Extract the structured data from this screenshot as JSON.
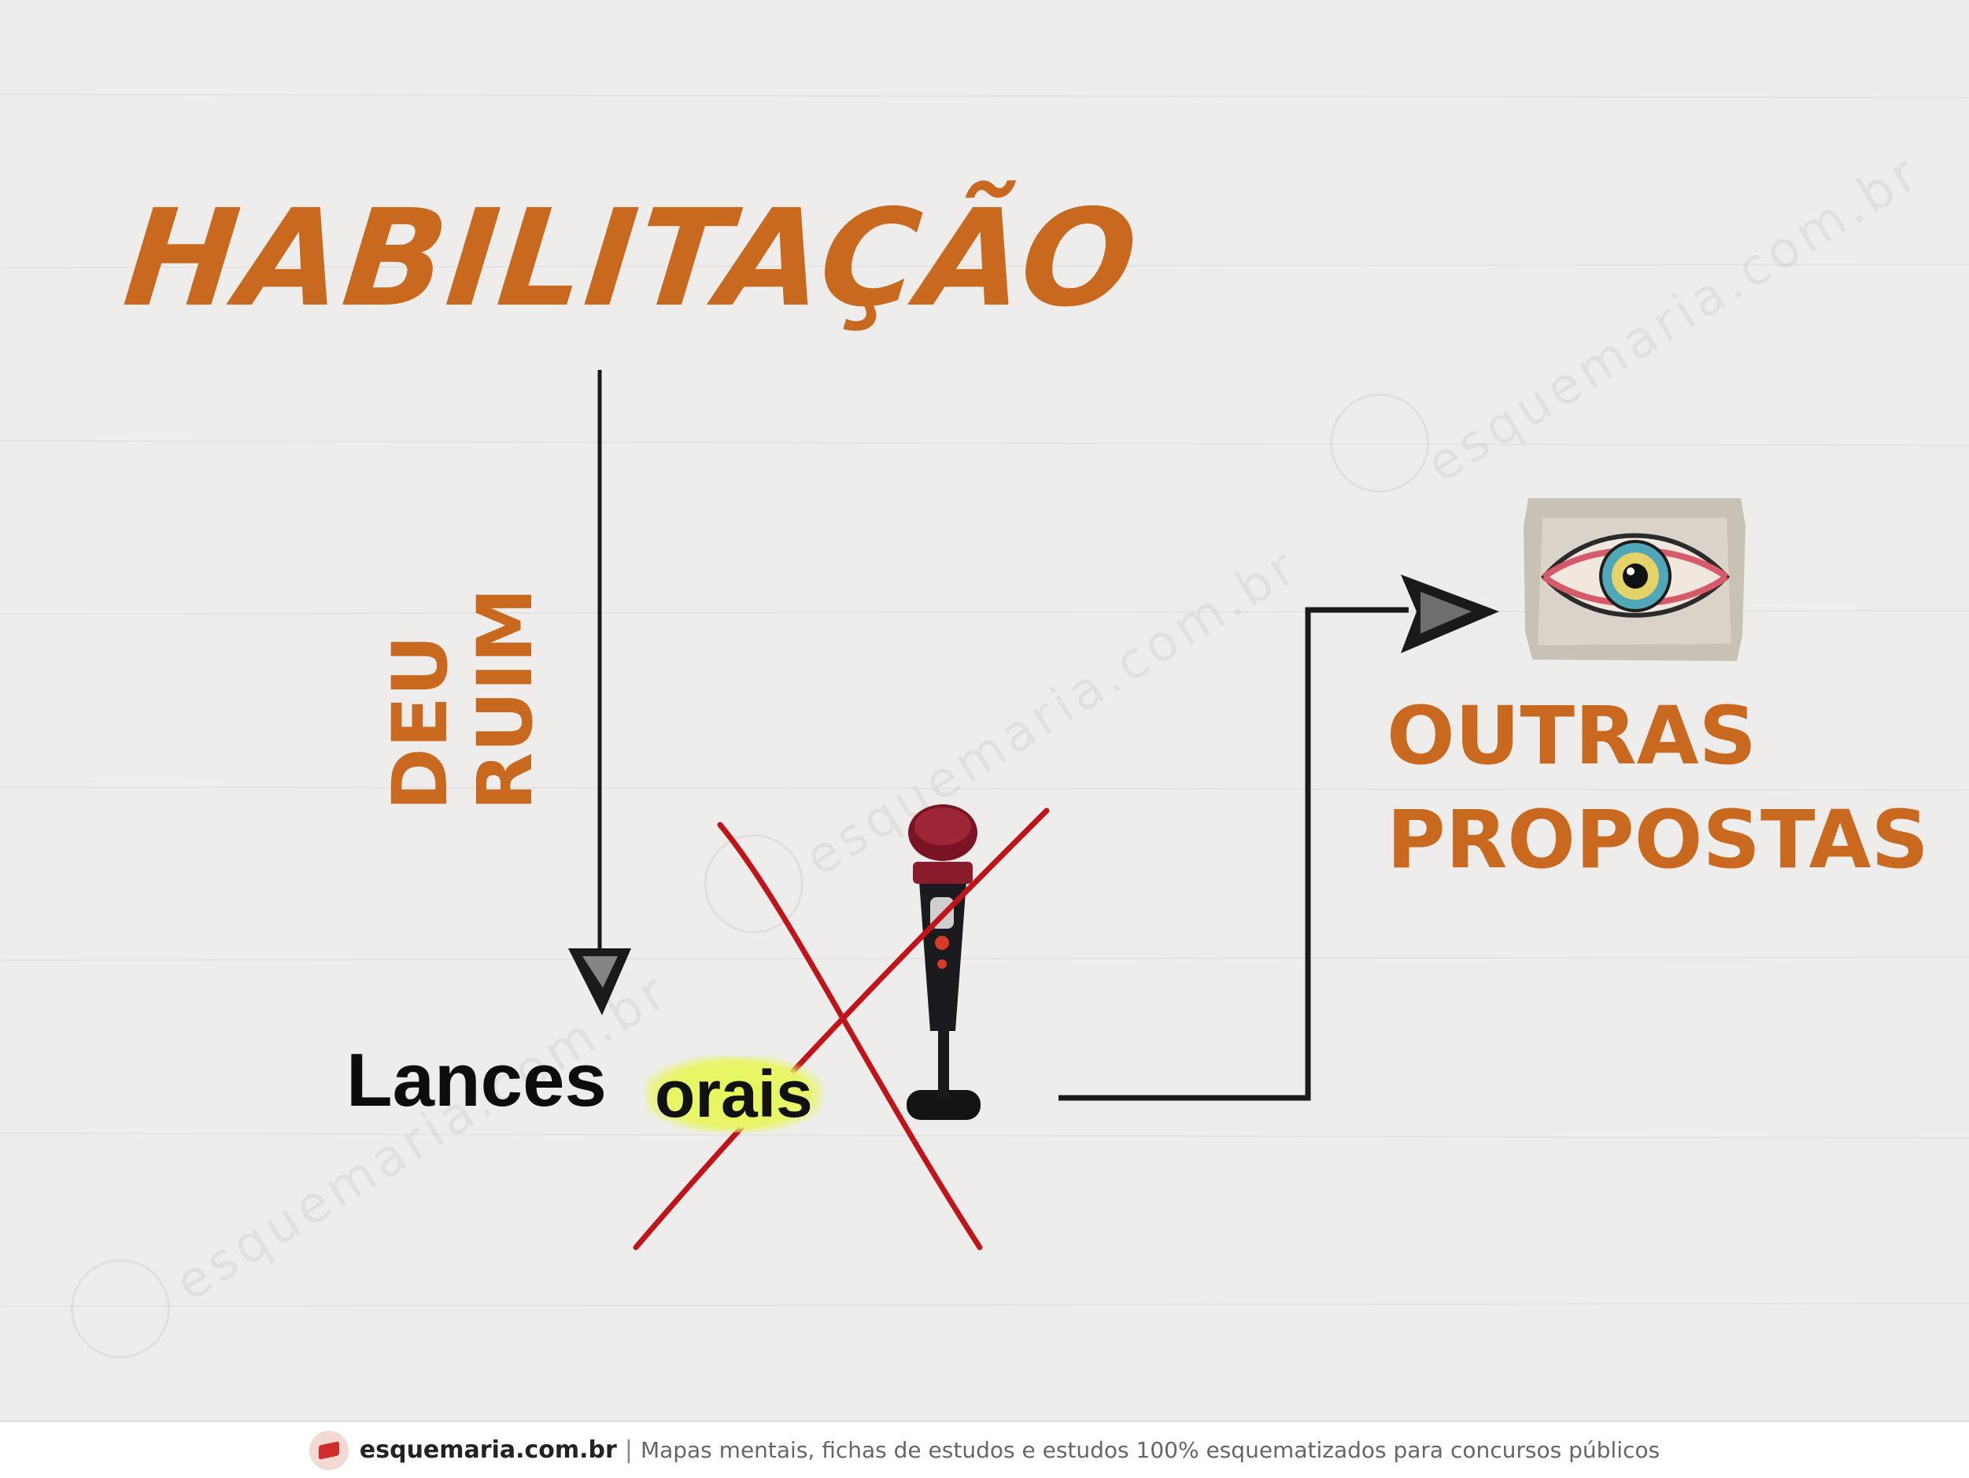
{
  "colors": {
    "accent": "#c8691f",
    "line": "#1a1a1a",
    "cross": "#c0141a",
    "highlight": "#e6f75a"
  },
  "diagram": {
    "title": "HABILITAÇÃO",
    "side_label": [
      "DEU",
      "RUIM"
    ],
    "lances": "Lances",
    "orais": "orais",
    "outras": [
      "OUTRAS",
      "PROPOSTAS"
    ]
  },
  "icons": {
    "microphone": "microphone-icon",
    "eye": "eye-icon",
    "cross": "cross-out-mark"
  },
  "watermark": "esquemaria.com.br",
  "footer": {
    "site": "esquemaria.com.br",
    "separator": "|",
    "tagline": "Mapas mentais, fichas de estudos e estudos 100% esquematizados para concursos públicos"
  }
}
